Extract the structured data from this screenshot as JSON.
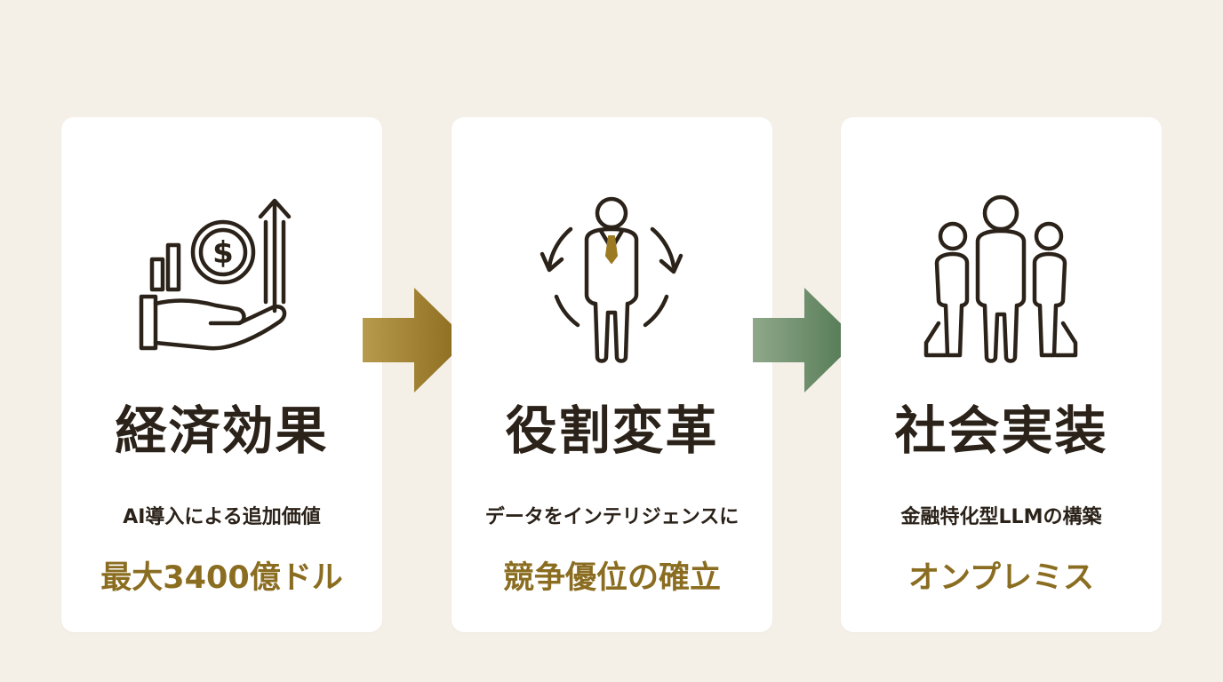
{
  "colors": {
    "background": "#f4f0e8",
    "card": "#ffffff",
    "title": "#2b2219",
    "highlight": "#8a6d20",
    "arrow_gold_start": "#b89a4c",
    "arrow_gold_end": "#8a6a1c",
    "arrow_green_start": "#8fa88a",
    "arrow_green_end": "#4f7650",
    "tie_gold": "#9c7a22"
  },
  "cards": [
    {
      "icon": "hand-coin-growth-icon",
      "title": "経済効果",
      "description": "AI導入による追加価値",
      "highlight": "最大3400億ドル"
    },
    {
      "icon": "businessman-cycle-icon",
      "title": "役割変革",
      "description": "データをインテリジェンスに",
      "highlight": "競争優位の確立"
    },
    {
      "icon": "people-group-icon",
      "title": "社会実装",
      "description": "金融特化型LLMの構築",
      "highlight": "オンプレミス"
    }
  ],
  "arrows": [
    {
      "icon": "arrow-right-icon"
    },
    {
      "icon": "arrow-right-icon"
    }
  ],
  "icon_labels": {
    "coin_symbol": "$"
  }
}
